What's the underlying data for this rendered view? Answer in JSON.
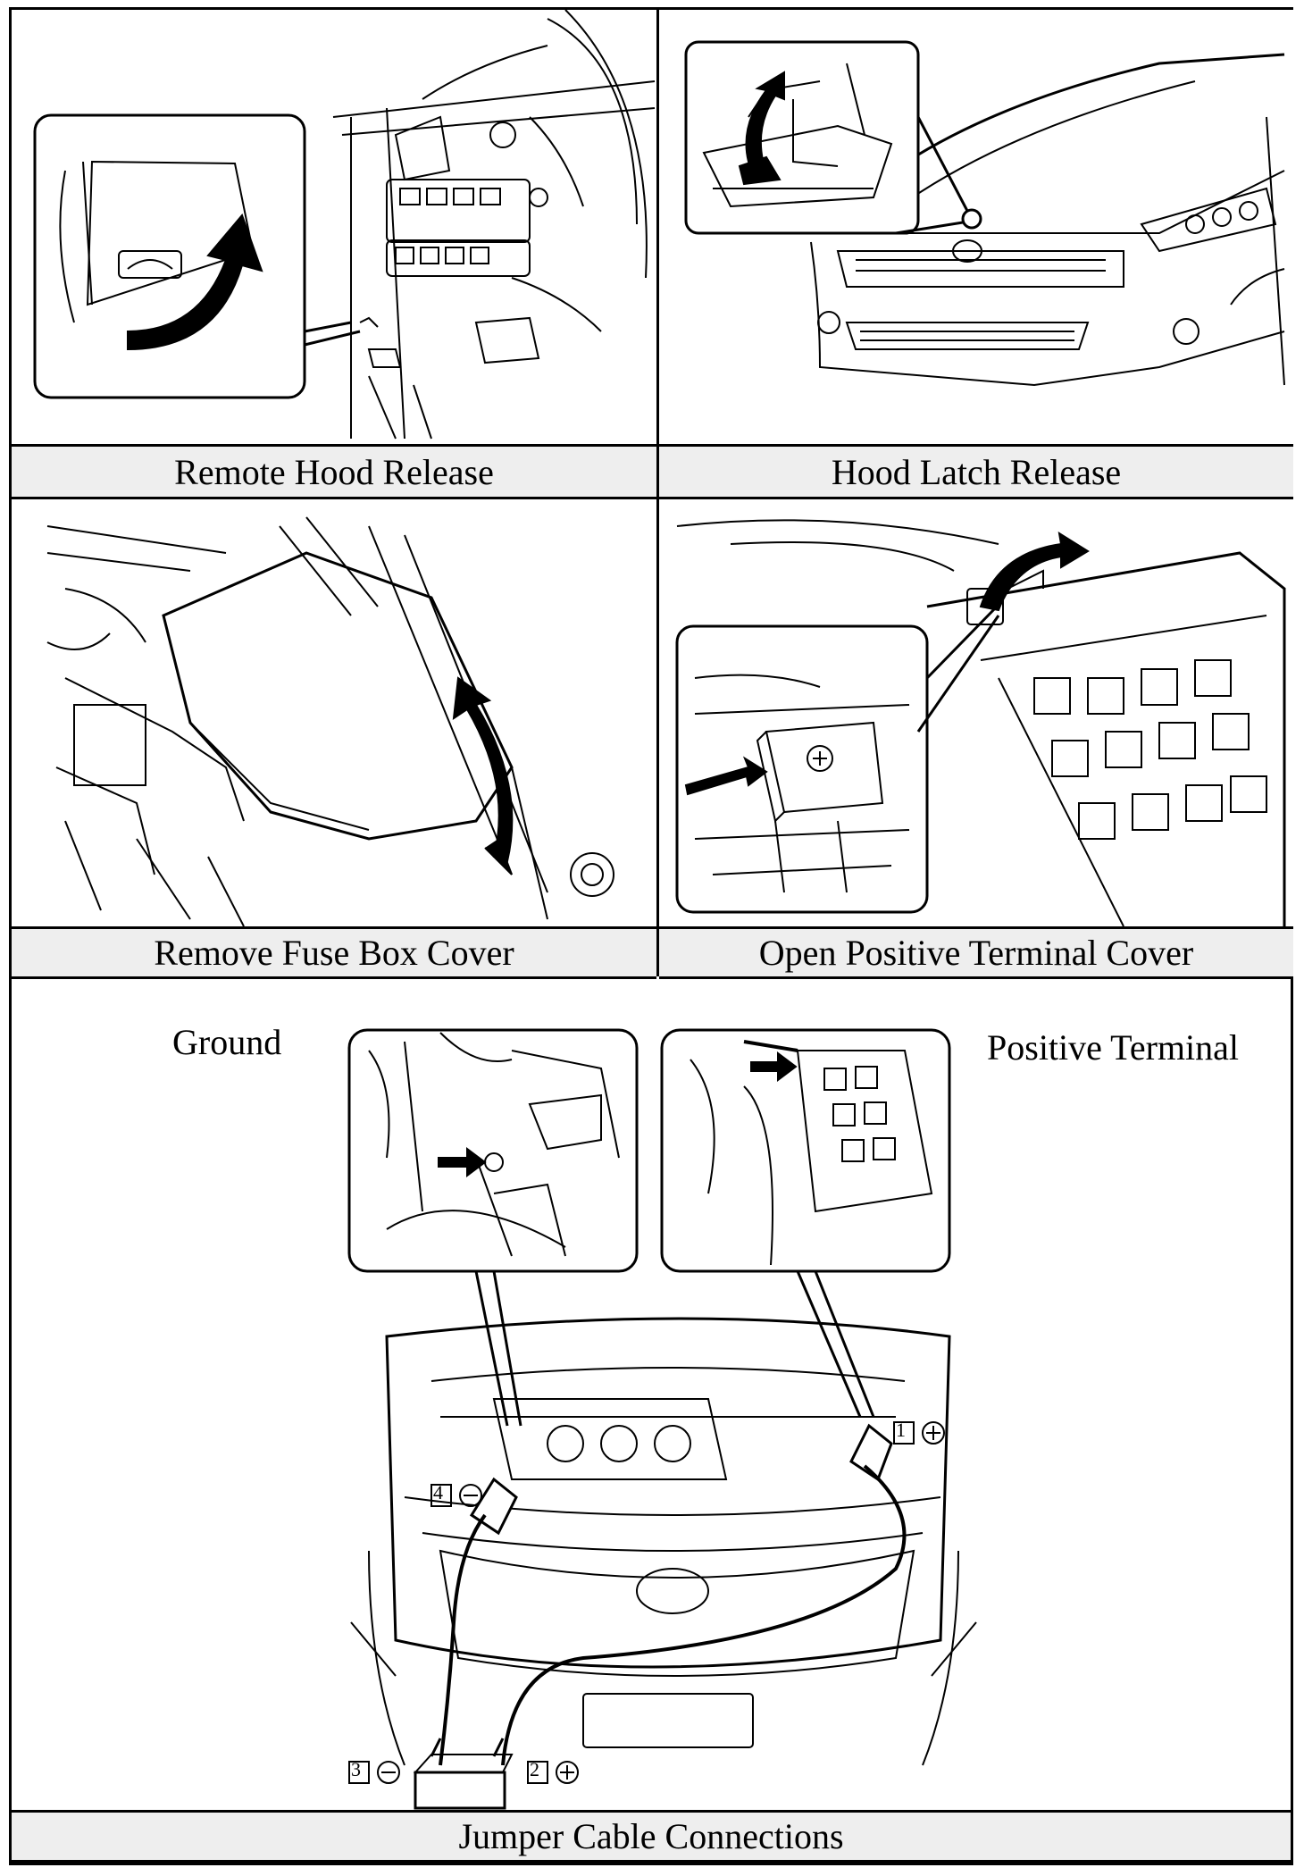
{
  "panels": {
    "remote_hood_release": {
      "caption": "Remote Hood Release"
    },
    "hood_latch_release": {
      "caption": "Hood Latch Release"
    },
    "remove_fuse_box_cover": {
      "caption": "Remove Fuse Box Cover"
    },
    "open_positive_terminal_cover": {
      "caption": "Open Positive Terminal Cover"
    },
    "jumper_cable_connections": {
      "caption": "Jumper Cable Connections",
      "label_ground": "Ground",
      "label_positive_terminal": "Positive Terminal",
      "steps": [
        {
          "number": "1",
          "polarity": "⊕"
        },
        {
          "number": "2",
          "polarity": "⊕"
        },
        {
          "number": "3",
          "polarity": "⊖"
        },
        {
          "number": "4",
          "polarity": "⊖"
        }
      ]
    }
  }
}
